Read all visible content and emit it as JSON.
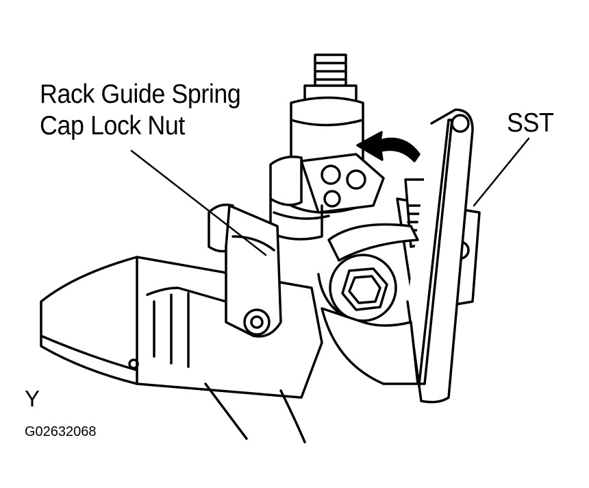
{
  "labels": {
    "rack_guide_line1": "Rack Guide Spring",
    "rack_guide_line2": "Cap Lock Nut",
    "sst": "SST",
    "view_letter": "Y",
    "figure_code": "G02632068"
  },
  "colors": {
    "ink": "#000000",
    "paper": "#ffffff"
  },
  "icons": {
    "rotation_arrow": "curved-arrow-left-icon"
  }
}
